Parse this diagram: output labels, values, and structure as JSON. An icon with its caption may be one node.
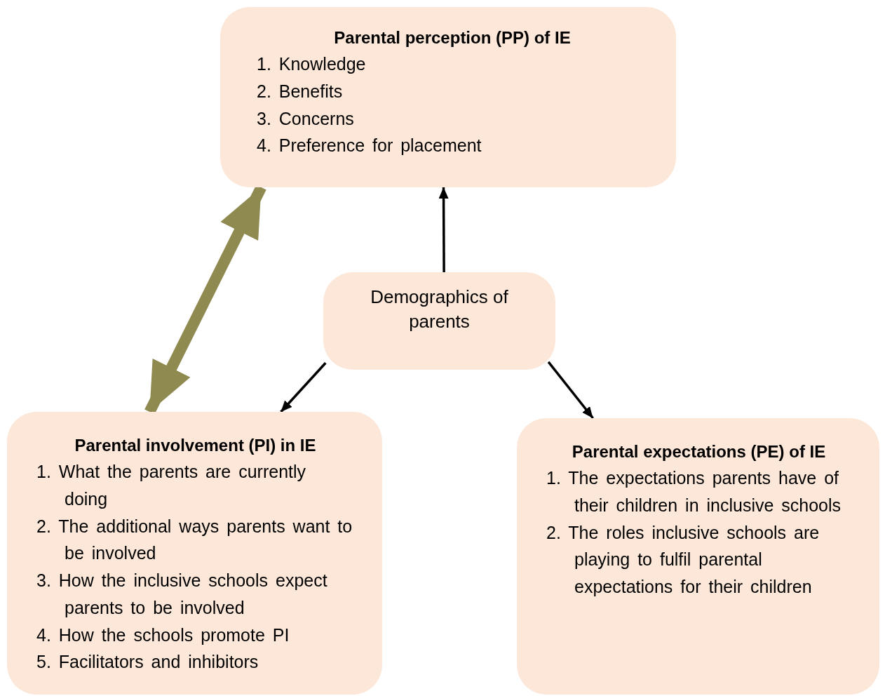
{
  "diagram": {
    "nodes": [
      {
        "text": [
          "Parental perception (PP) of IE",
          "1. Knowledge",
          "2. Benefits",
          "3. Concerns",
          "4. Preference for placement"
        ]
      },
      {
        "text": [
          "Demographics of parents"
        ]
      },
      {
        "text": [
          "Parental involvement (PI) in IE",
          "1. What the parents are currently doing",
          "2. The additional ways parents want to be involved",
          "3. How the inclusive schools expect parents to be involved",
          "4. How the schools promote PI",
          "5. Facilitators and inhibitors"
        ]
      },
      {
        "text": [
          "Parental expectations (PE) of IE",
          "1. The expectations parents have of their children in inclusive schools",
          "2. The roles inclusive schools are playing to fulfil parental expectations for their children"
        ]
      }
    ],
    "edges": [
      {
        "from": 1,
        "to": 0,
        "arrow": "to"
      },
      {
        "from": 1,
        "to": 2,
        "arrow": "to"
      },
      {
        "from": 1,
        "to": 3,
        "arrow": "to"
      },
      {
        "from": 2,
        "to": 0,
        "arrow": "both",
        "style": "thick",
        "color": "#8f8a50"
      }
    ]
  }
}
